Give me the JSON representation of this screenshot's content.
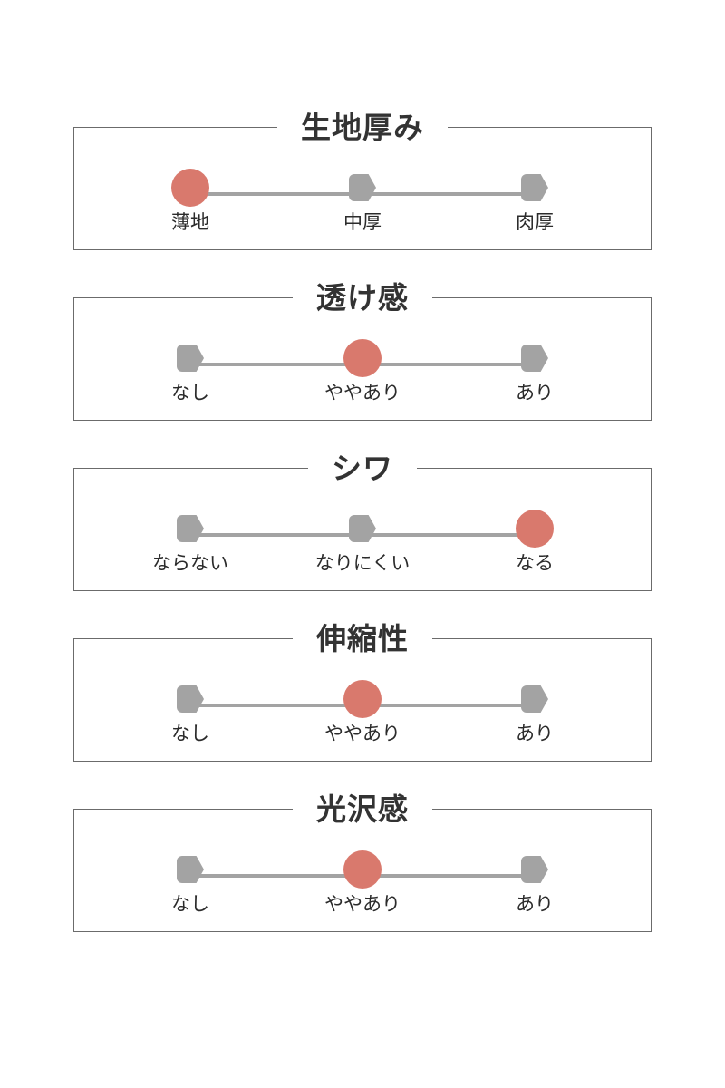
{
  "theme": {
    "active_color": "#d9796d",
    "inactive_color": "#a3a3a3",
    "frame_color": "#6b6b6b",
    "text_color": "#333333",
    "background": "#ffffff"
  },
  "sections": [
    {
      "title": "生地厚み",
      "stops": [
        {
          "label": "薄地",
          "active": true
        },
        {
          "label": "中厚",
          "active": false
        },
        {
          "label": "肉厚",
          "active": false
        }
      ],
      "selected_index": 0
    },
    {
      "title": "透け感",
      "stops": [
        {
          "label": "なし",
          "active": false
        },
        {
          "label": "ややあり",
          "active": true
        },
        {
          "label": "あり",
          "active": false
        }
      ],
      "selected_index": 1
    },
    {
      "title": "シワ",
      "stops": [
        {
          "label": "ならない",
          "active": false
        },
        {
          "label": "なりにくい",
          "active": false
        },
        {
          "label": "なる",
          "active": true
        }
      ],
      "selected_index": 2
    },
    {
      "title": "伸縮性",
      "stops": [
        {
          "label": "なし",
          "active": false
        },
        {
          "label": "ややあり",
          "active": true
        },
        {
          "label": "あり",
          "active": false
        }
      ],
      "selected_index": 1
    },
    {
      "title": "光沢感",
      "stops": [
        {
          "label": "なし",
          "active": false
        },
        {
          "label": "ややあり",
          "active": true
        },
        {
          "label": "あり",
          "active": false
        }
      ],
      "selected_index": 1
    }
  ]
}
